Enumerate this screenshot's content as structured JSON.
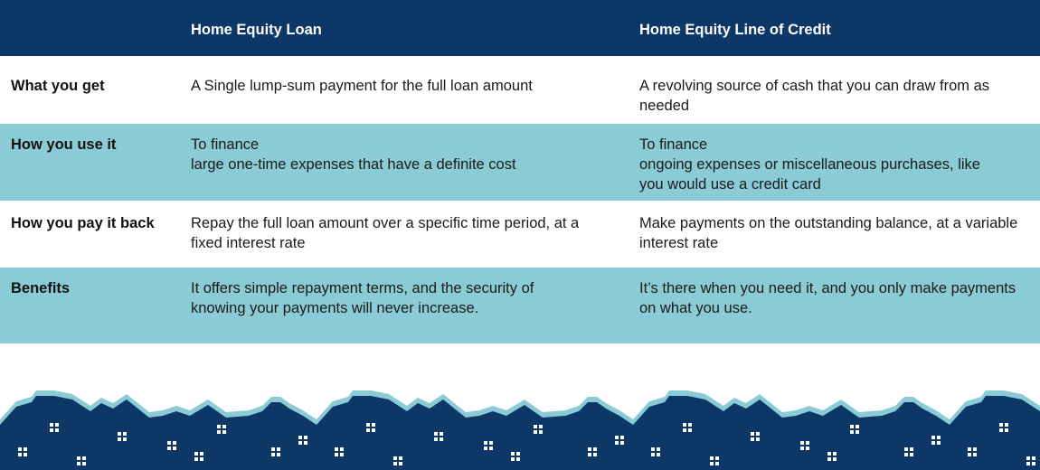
{
  "table": {
    "headers": [
      "",
      "Home Equity Loan",
      "Home Equity Line of Credit"
    ],
    "rows": [
      {
        "label": "What  you get",
        "loan": "A Single lump-sum payment for the full loan amount",
        "heloc": "A revolving source of cash that you can draw from as\nneeded"
      },
      {
        "label": "How you use it",
        "loan": "To finance\nlarge one-time expenses that have a definite cost",
        "heloc": "To finance\nongoing expenses or  miscellaneous purchases, like\nyou would use a credit card"
      },
      {
        "label": "How you pay it back",
        "loan": "Repay the full loan amount over a specific time period, at a\nfixed interest rate",
        "heloc": "Make payments on the outstanding balance, at a variable\ninterest rate"
      },
      {
        "label": "Benefits",
        "loan": "It offers simple repayment terms, and the security of\nknowing your payments will never increase.",
        "heloc": "It’s there when you need it, and you only make payments\non what you use."
      }
    ]
  },
  "colors": {
    "header_bg": "#0d3766",
    "band_bg": "#8bcbd5",
    "house_fill": "#0d3766",
    "house_outline": "#8bcbd5"
  }
}
